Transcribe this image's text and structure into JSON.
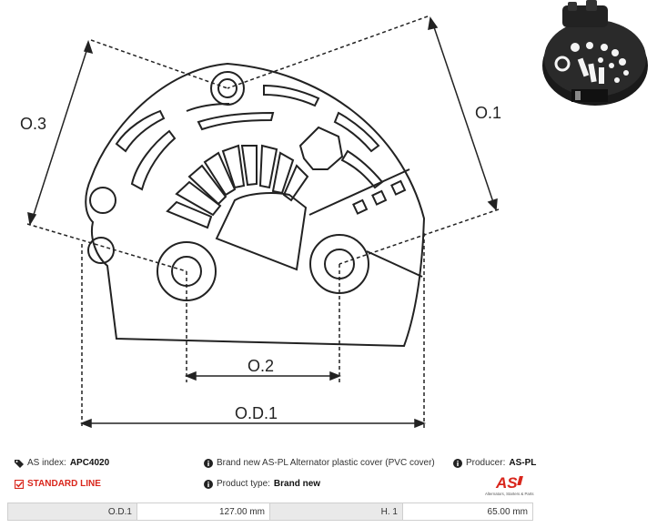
{
  "dimensions": {
    "o3": "O.3",
    "o1": "O.1",
    "o2": "O.2",
    "od1": "O.D.1"
  },
  "info": {
    "as_index_label": "AS index:",
    "as_index_value": "APC4020",
    "line_label": "STANDARD LINE",
    "description": "Brand new AS-PL Alternator plastic cover (PVC cover)",
    "product_type_label": "Product type:",
    "product_type_value": "Brand new",
    "producer_label": "Producer:",
    "producer_value": "AS-PL"
  },
  "logo": {
    "mark": "AS",
    "tagline": "Alternators, Starters & Parts",
    "color": "#d9261c"
  },
  "specs": [
    {
      "label": "O.D.1",
      "value": "127.00 mm",
      "label2": "H. 1",
      "value2": "65.00 mm"
    }
  ],
  "icons": [
    "tag-icon",
    "check-square-icon",
    "info-icon"
  ]
}
